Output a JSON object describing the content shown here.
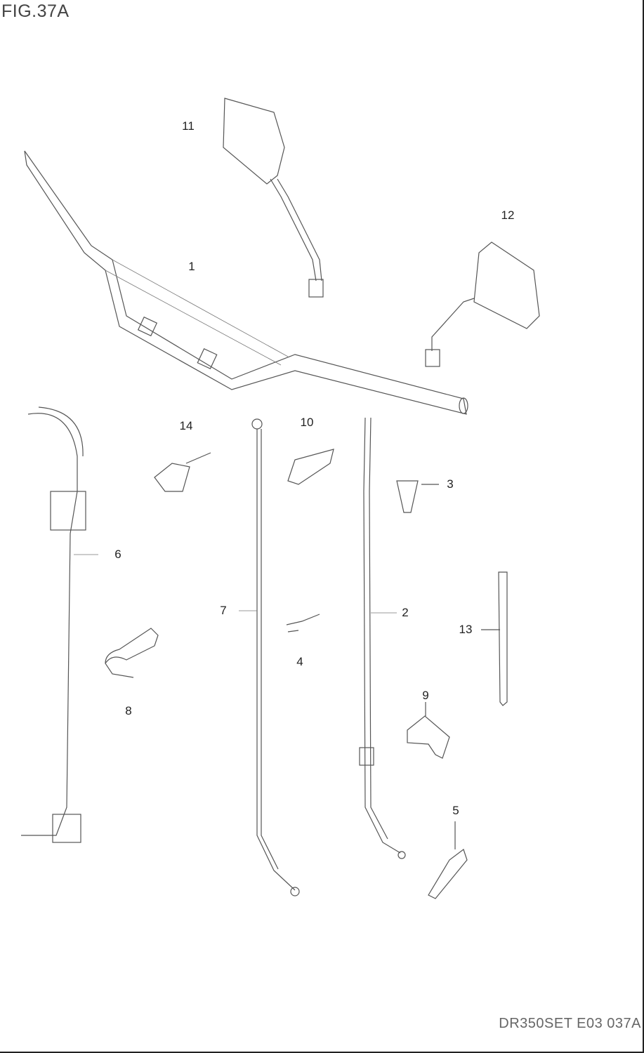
{
  "figure_title": "FIG.37A",
  "footer_code": "DR350SET E03 037A",
  "callouts": [
    {
      "id": "1",
      "label": "1"
    },
    {
      "id": "2",
      "label": "2"
    },
    {
      "id": "3",
      "label": "3"
    },
    {
      "id": "4",
      "label": "4"
    },
    {
      "id": "5",
      "label": "5"
    },
    {
      "id": "6",
      "label": "6"
    },
    {
      "id": "7",
      "label": "7"
    },
    {
      "id": "8",
      "label": "8"
    },
    {
      "id": "9",
      "label": "9"
    },
    {
      "id": "10",
      "label": "10"
    },
    {
      "id": "11",
      "label": "11"
    },
    {
      "id": "12",
      "label": "12"
    },
    {
      "id": "13",
      "label": "13"
    },
    {
      "id": "14",
      "label": "14"
    }
  ]
}
